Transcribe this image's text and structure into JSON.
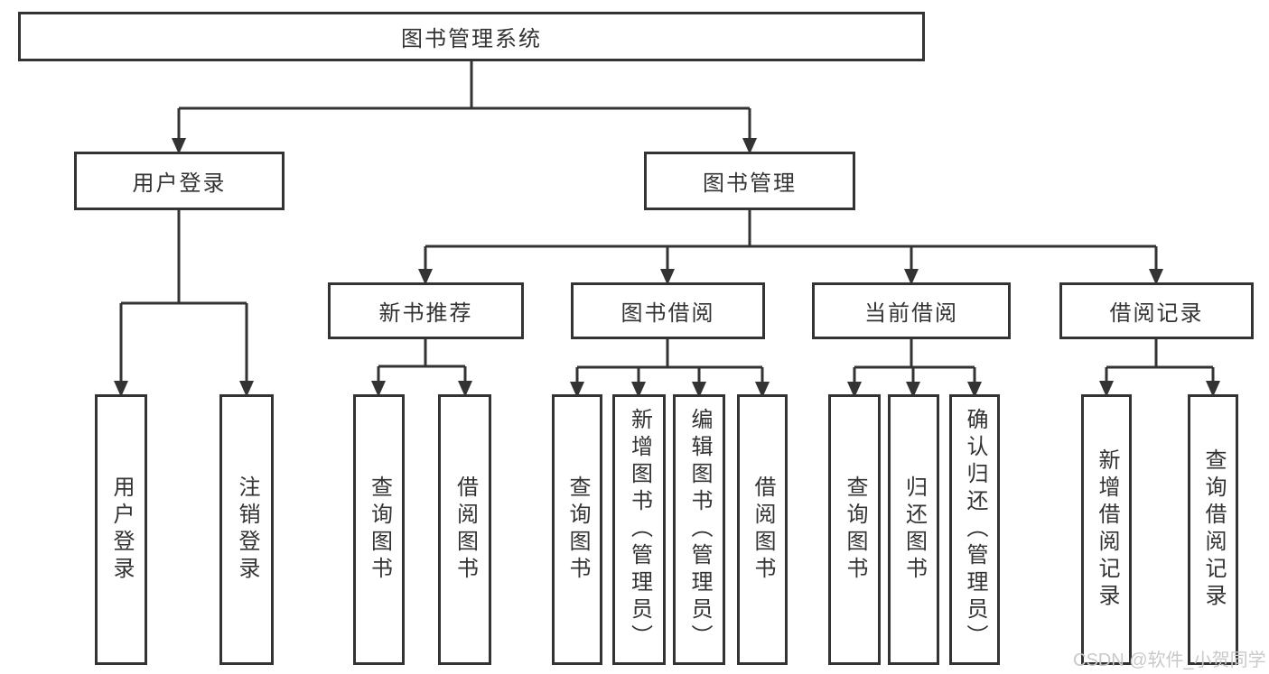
{
  "colors": {
    "line": "#333333",
    "text": "#333333",
    "watermark": "#c9c9c9",
    "background": "#ffffff"
  },
  "tree": {
    "root": {
      "label": "图书管理系统"
    },
    "branches": [
      {
        "label": "用户登录",
        "children": [
          {
            "label": "用户登录"
          },
          {
            "label": "注销登录"
          }
        ]
      },
      {
        "label": "图书管理",
        "children": [
          {
            "label": "新书推荐",
            "children": [
              {
                "label": "查询图书"
              },
              {
                "label": "借阅图书"
              }
            ]
          },
          {
            "label": "图书借阅",
            "children": [
              {
                "label": "查询图书"
              },
              {
                "label": "新增图书（管理员）"
              },
              {
                "label": "编辑图书（管理员）"
              },
              {
                "label": "借阅图书"
              }
            ]
          },
          {
            "label": "当前借阅",
            "children": [
              {
                "label": "查询图书"
              },
              {
                "label": "归还图书"
              },
              {
                "label": "确认归还（管理员）"
              }
            ]
          },
          {
            "label": "借阅记录",
            "children": [
              {
                "label": "新增借阅记录"
              },
              {
                "label": "查询借阅记录"
              }
            ]
          }
        ]
      }
    ]
  },
  "watermark": {
    "text": "CSDN @软件_小贺同学"
  }
}
